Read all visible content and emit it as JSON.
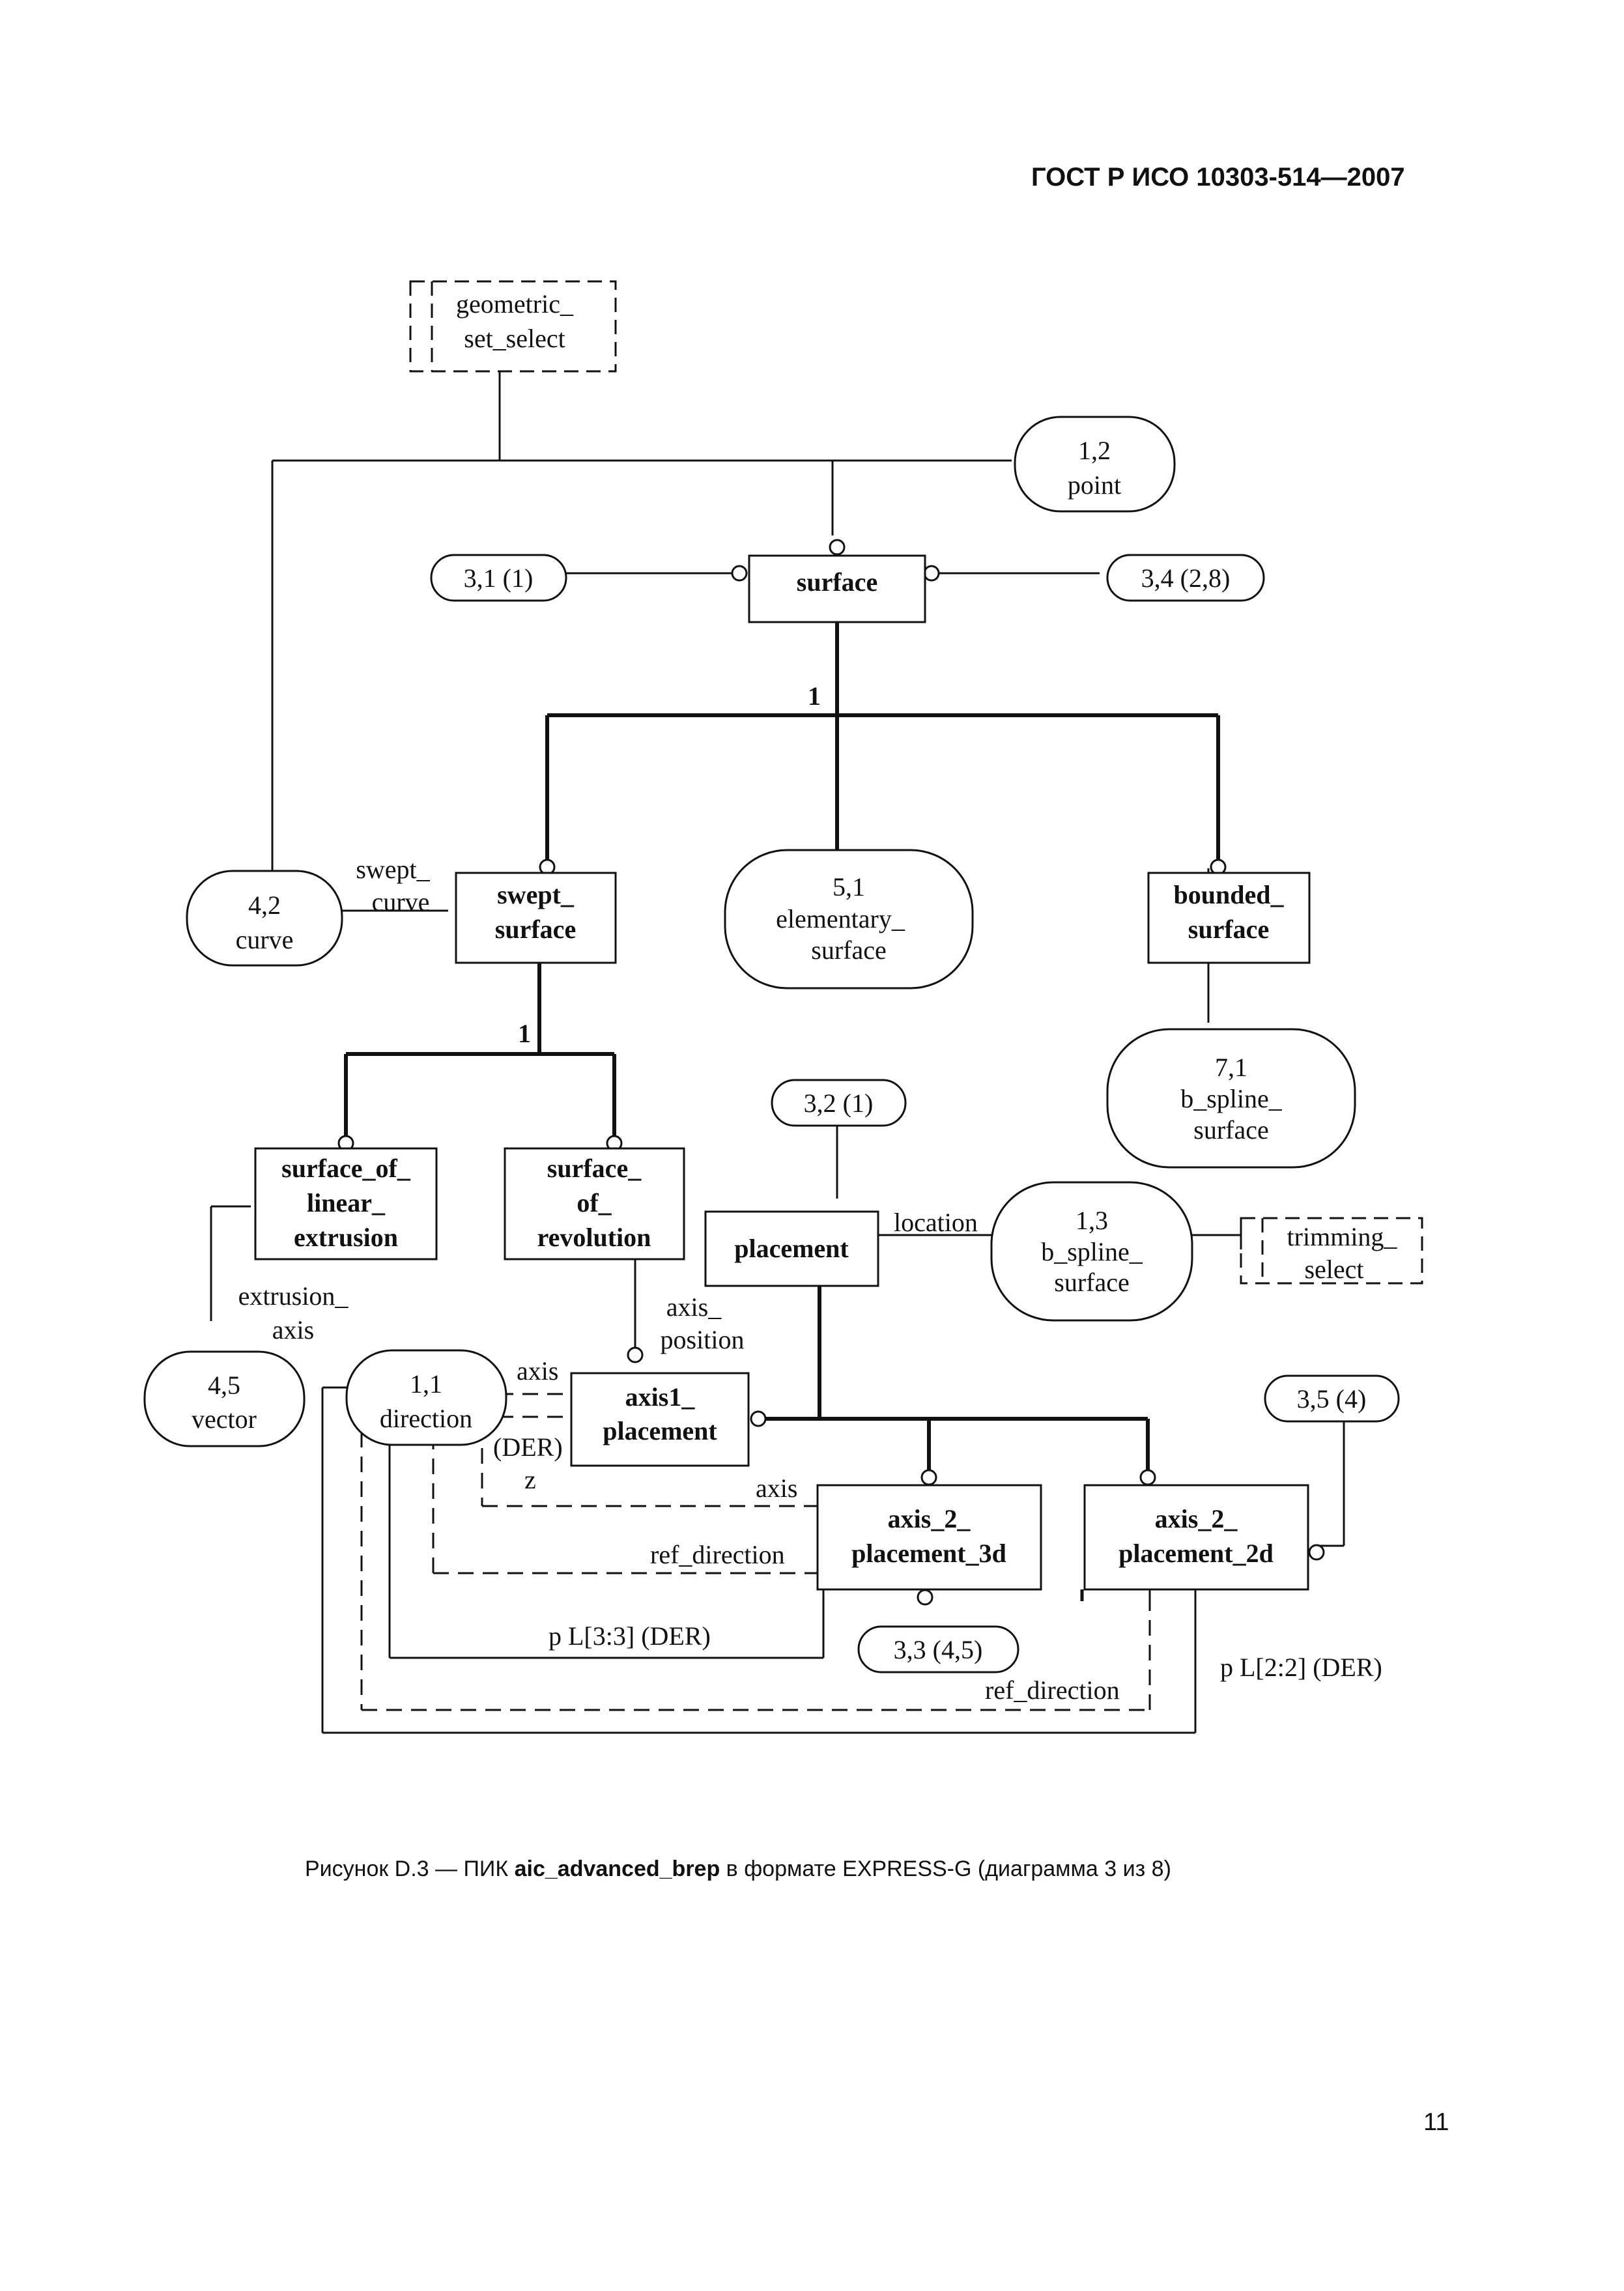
{
  "header": {
    "standard": "ГОСТ Р ИСО 10303-514—2007"
  },
  "footer": {
    "page_number": "11"
  },
  "caption": {
    "prefix": "Рисунок D.3 — ПИК ",
    "name": "aic_advanced_brep",
    "suffix": " в формате EXPRESS-G (диаграмма 3 из 8)"
  },
  "diagram": {
    "entities": {
      "surface": [
        "surface"
      ],
      "swept_surface": [
        "swept_",
        "surface"
      ],
      "bounded_surface": [
        "bounded_",
        "surface"
      ],
      "surface_of_linear_extrusion": [
        "surface_of_",
        "linear_",
        "extrusion"
      ],
      "surface_of_revolution": [
        "surface_",
        "of_",
        "revolution"
      ],
      "placement": [
        "placement"
      ],
      "axis1_placement": [
        "axis1_",
        "placement"
      ],
      "axis_2_placement_3d": [
        "axis_2_",
        "placement_3d"
      ],
      "axis_2_placement_2d": [
        "axis_2_",
        "placement_2d"
      ]
    },
    "select_types": {
      "geometric_set_select": [
        "geometric_",
        "set_select"
      ],
      "trimming_select": [
        "trimming_",
        "select"
      ]
    },
    "references": {
      "point": [
        "1,2",
        "point"
      ],
      "ref_3_1": [
        "3,1 (1)"
      ],
      "ref_3_4": [
        "3,4 (2,8)"
      ],
      "curve": [
        "4,2",
        "curve"
      ],
      "elementary_surface": [
        "5,1",
        "elementary_",
        "surface"
      ],
      "b_spline_surface_7_1": [
        "7,1",
        "b_spline_",
        "surface"
      ],
      "ref_3_2": [
        "3,2 (1)"
      ],
      "b_spline_surface_1_3": [
        "1,3",
        "b_spline_",
        "surface"
      ],
      "vector": [
        "4,5",
        "vector"
      ],
      "direction": [
        "1,1",
        "direction"
      ],
      "ref_3_5": [
        "3,5 (4)"
      ],
      "ref_3_3": [
        "3,3 (4,5)"
      ]
    },
    "supertype_markers": {
      "surface_oneof": "1",
      "swept_oneof": "1"
    },
    "attribute_labels": {
      "swept_curve": [
        "swept_",
        "curve"
      ],
      "location": "location",
      "extrusion_axis": [
        "extrusion_",
        "axis"
      ],
      "axis_position": [
        "axis_",
        "position"
      ],
      "axis1_axis": "axis",
      "axis1_der": "(DER)",
      "axis1_z": "z",
      "axis3d_axis": "axis",
      "axis3d_ref_direction": "ref_direction",
      "axis3d_p": "p L[3:3] (DER)",
      "axis2d_ref_direction": "ref_direction",
      "axis2d_p": "p L[2:2] (DER)"
    }
  }
}
